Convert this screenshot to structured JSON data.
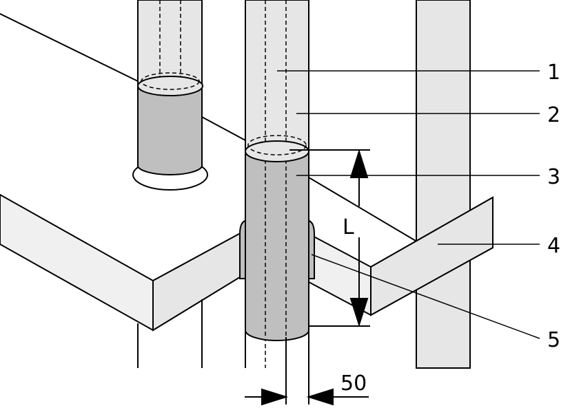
{
  "callouts": [
    "1",
    "2",
    "3",
    "4",
    "5"
  ],
  "dimensions": {
    "length_label": "L",
    "width_label": "50"
  },
  "colors": {
    "pipe_light": "#e6e6e6",
    "pipe_sleeve": "#bfbfbf",
    "slab_face": "#f0f0f0",
    "stroke": "#000000"
  }
}
